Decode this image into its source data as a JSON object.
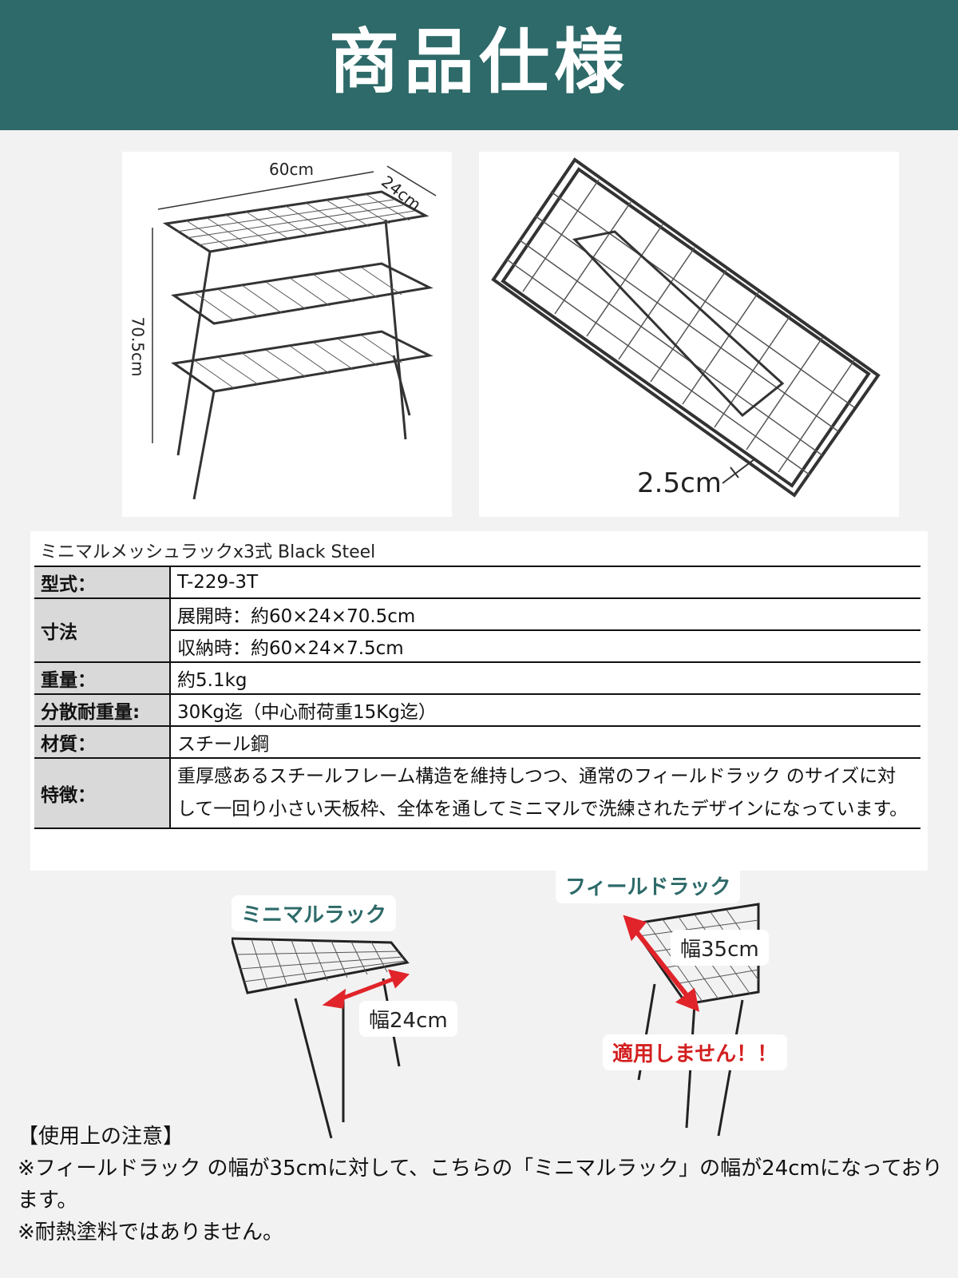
{
  "header": {
    "title": "商品仕様"
  },
  "photos": {
    "rack_dims": {
      "width": "60cm",
      "depth": "24cm",
      "height": "70.5cm"
    },
    "folded_dims": {
      "thickness": "2.5cm"
    }
  },
  "spec": {
    "caption": "ミニマルメッシュラックx3式 Black Steel",
    "model_label": "型式：",
    "model_value": "T-229-3T",
    "size_label": "寸法",
    "size_open": "展開時：約60×24×70.5cm",
    "size_folded": "収納時：約60×24×7.5cm",
    "weight_label": "重量：",
    "weight_value": "約5.1kg",
    "load_label": "分散耐重量:",
    "load_value": "30Kg迄（中心耐荷重15Kg迄）",
    "material_label": "材質：",
    "material_value": "スチール鋼",
    "feature_label": "特徴：",
    "feature_value": "重厚感あるスチールフレーム構造を維持しつつ、通常のフィールドラック のサイズに対して一回り小さい天板枠、全体を通してミニマルで洗練されたデザインになっています。"
  },
  "compare": {
    "minimal_tag": "ミニマルラック",
    "minimal_width": "幅24cm",
    "field_tag": "フィールドラック",
    "field_width": "幅35cm",
    "not_compatible": "適用しません！！"
  },
  "notes": {
    "heading": "【使用上の注意】",
    "line1": "※フィールドラック の幅が35cmに対して、こちらの「ミニマルラック」の幅が24cmになっております。",
    "line2": "※耐熱塗料ではありません。"
  },
  "colors": {
    "header_bg": "#2d6a69",
    "accent_teal": "#2d6a69",
    "warning_red": "#d42020",
    "arrow_red": "#e0242a"
  }
}
